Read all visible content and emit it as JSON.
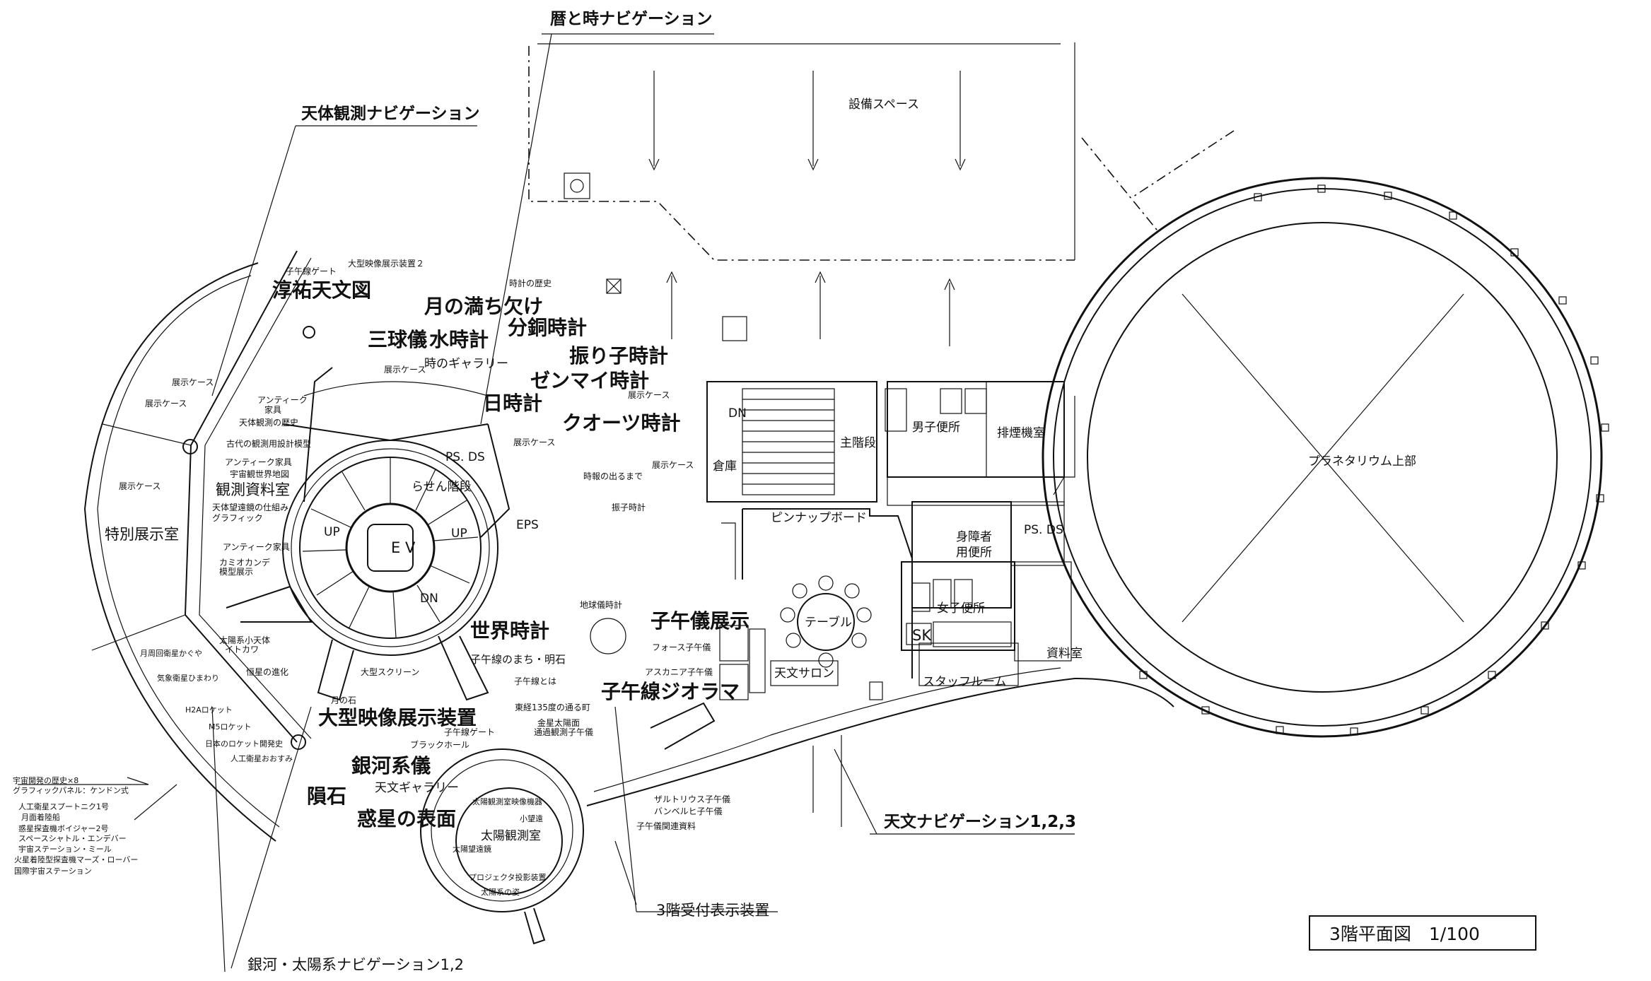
{
  "title": "3階平面図　1/100",
  "navigation": {
    "history_time": "暦と時ナビゲーション",
    "celestial_obs": "天体観測ナビゲーション",
    "astronomy": "天文ナビゲーション1,2,3",
    "galaxy_solar": "銀河・太陽系ナビゲーション1,2",
    "reception_display": "3階受付表示装置"
  },
  "rooms": {
    "planetarium_top": "プラネタリウム上部",
    "equipment_space": "設備スペース",
    "special_exhibit": "特別展示室",
    "obs_materials": "観測資料室",
    "astro_salon": "天文サロン",
    "table": "テーブル",
    "mens_restroom": "男子便所",
    "womens_restroom": "女子便所",
    "accessible_restroom_1": "身障者",
    "accessible_restroom_2": "用便所",
    "exhaust_room": "排煙機室",
    "staff_room": "スタッフルーム",
    "archive_room": "資料室",
    "storage": "倉庫",
    "main_stairs": "主階段",
    "spiral_stairs": "らせん階段",
    "ev": "E V",
    "eps": "EPS",
    "ps_ds": "PS. DS",
    "ps_ds_2": "PS. DS",
    "sk": "SK",
    "pinup_board": "ピンナップボード",
    "time_gallery": "時のギャラリー",
    "astro_gallery": "天文ギャラリー",
    "solar_obs_room": "太陽観測室",
    "up_1": "UP",
    "up_2": "UP",
    "dn_1": "DN",
    "dn_2": "DN"
  },
  "exhibits_major": {
    "star_chart": "淳祐天文図",
    "moon_phase": "月の満ち欠け",
    "armillary": "三球儀",
    "water_clock": "水時計",
    "weight_clock": "分銅時計",
    "pendulum_clock": "振り子時計",
    "spring_clock": "ゼンマイ時計",
    "sundial": "日時計",
    "quartz_clock": "クオーツ時計",
    "world_clock": "世界時計",
    "meridian_exhibit": "子午儀展示",
    "meridian_diorama": "子午線ジオラマ",
    "large_video": "大型映像展示装置",
    "galaxy": "銀河系儀",
    "meteorite": "隕石",
    "planet_surface": "惑星の表面"
  },
  "exhibits_minor": {
    "video_display_2": "大型映像展示装置２",
    "meridian_gate_top": "子午線ゲート",
    "clock_history": "時計の歴史",
    "exhibit_case_1": "展示ケース",
    "exhibit_case_2": "展示ケース",
    "exhibit_case_3": "展示ケース",
    "exhibit_case_4": "展示ケース",
    "exhibit_case_5": "展示ケース",
    "exhibit_case_6": "展示ケース",
    "exhibit_case_7": "展示ケース",
    "antique_1": "アンティーク",
    "antique_1b": "家具",
    "astro_history": "天体観測の歴史",
    "ancient_instruments": "古代の観測用設計模型",
    "antique_2": "アンティーク家具",
    "world_map": "宇宙観世界地図",
    "telescope_mech": "天体望遠鏡の仕組み",
    "graphic": "グラフィック",
    "antique_3": "アンティーク家具",
    "camera_obscura_1": "カミオカンデ",
    "camera_obscura_2": "模型展示",
    "asteroid_1": "太陽系小天体",
    "asteroid_2": "イトカワ",
    "star_evolution": "恒星の進化",
    "large_screen": "大型スクリーン",
    "moon_stone": "月の石",
    "meridian_gate": "子午線ゲート",
    "black_hole": "ブラックホール",
    "meridian_town": "子午線のまち・明石",
    "what_meridian": "子午線とは",
    "east135": "東経135度の通る町",
    "venus_transit_1": "金星太陽面",
    "venus_transit_2": "通過観測子午儀",
    "globe_clock": "地球儀時計",
    "fauth": "フォース子午儀",
    "askania": "アスカニア子午儀",
    "zartorius": "ザルトリウス子午儀",
    "bamberg": "バンベルヒ子午儀",
    "meridian_materials": "子午儀関連資料",
    "time_signal": "時報の出るまで",
    "pendulum_clock_small": "振子時計",
    "solar_video": "太陽観測室映像機器",
    "small_telescope": "小望遠",
    "solar_telescope": "太陽望遠鏡",
    "projector": "プロジェクタ投影装置",
    "solar_system_comp": "太陽系の姿",
    "moon_probe": "月周回衛星かぐや",
    "weather_sat": "気象衛星ひまわり",
    "h2a": "H2Aロケット",
    "m5": "M5ロケット",
    "jp_rocket": "日本のロケット開発史",
    "artificial_sat": "人工衛星おおすみ"
  },
  "legend": {
    "items": [
      "宇宙開発の歴史×8",
      "グラフィックパネル：ケンドン式",
      "人工衛星スプートニク1号",
      "月面着陸船",
      "惑星探査機ボイジャー2号",
      "スペースシャトル・エンデバー",
      "宇宙ステーション・ミール",
      "火星着陸型探査機マーズ・ローバー",
      "国際宇宙ステーション"
    ]
  }
}
